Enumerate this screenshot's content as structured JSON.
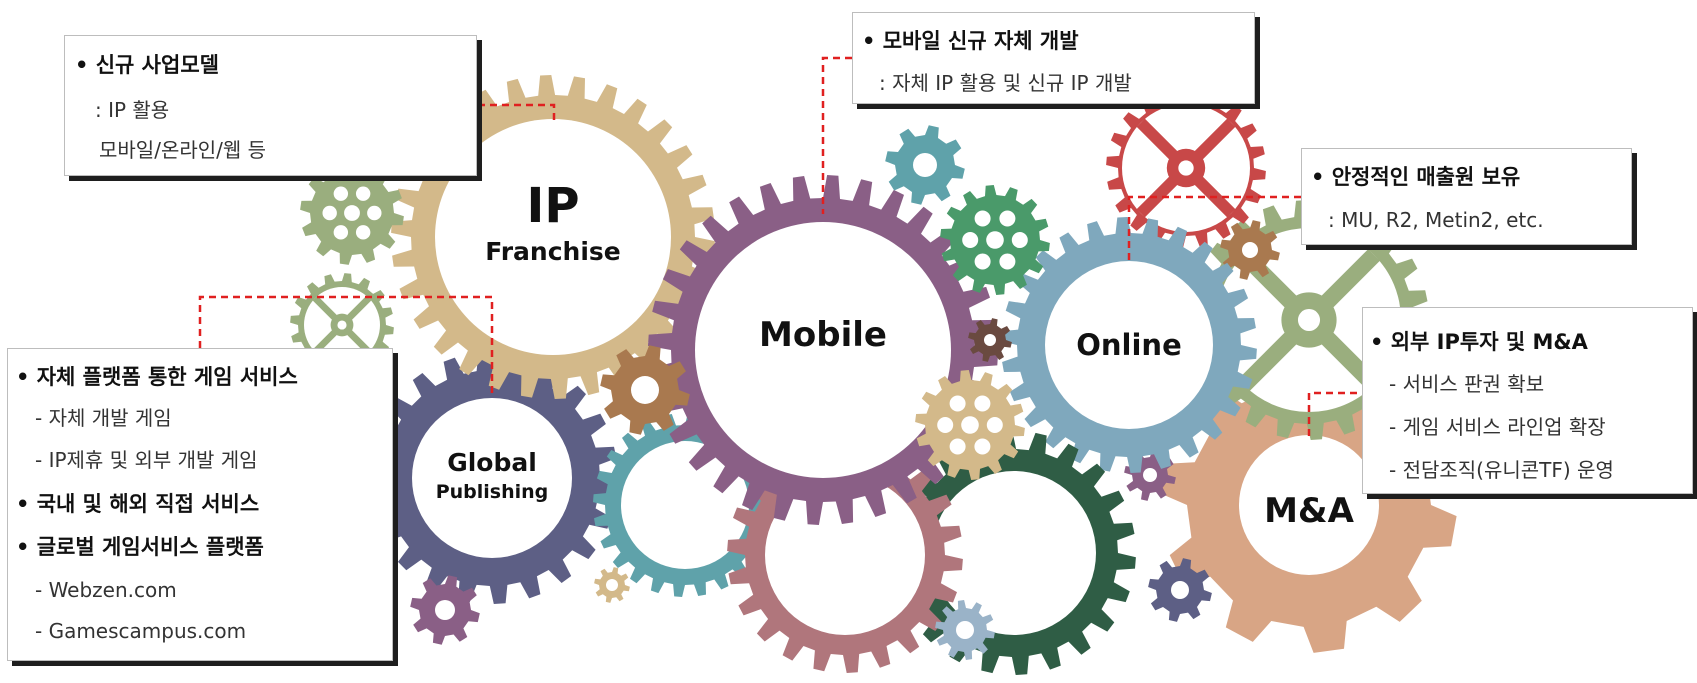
{
  "gears": {
    "ip": {
      "title": "IP",
      "subtitle": "Franchise"
    },
    "mobile": {
      "title": "Mobile"
    },
    "online": {
      "title": "Online"
    },
    "global": {
      "title": "Global",
      "subtitle": "Publishing"
    },
    "ma": {
      "title": "M&A"
    }
  },
  "boxes": {
    "ip": {
      "lines": [
        "• 신규 사업모델",
        ": IP 활용",
        "모바일/온라인/웹 등"
      ]
    },
    "mobile": {
      "lines": [
        "• 모바일 신규 자체 개발",
        ": 자체 IP 활용 및 신규 IP 개발"
      ]
    },
    "online": {
      "lines": [
        "• 안정적인 매출원 보유",
        ": MU, R2, Metin2, etc."
      ]
    },
    "global": {
      "lines": [
        "• 자체 플랫폼 통한 게임 서비스",
        "- 자체 개발 게임",
        "- IP제휴 및 외부 개발 게임",
        "• 국내 및 해외 직접 서비스",
        "• 글로벌 게임서비스 플랫폼",
        "- Webzen.com",
        "- Gamescampus.com"
      ]
    },
    "ma": {
      "lines": [
        "• 외부 IP투자 및 M&A",
        "- 서비스 판권 확보",
        "- 게임 서비스 라인업 확장",
        "- 전담조직(유니콘TF) 운영"
      ]
    }
  },
  "colors": {
    "ip": "#d3b98a",
    "mobile": "#8a5f86",
    "online": "#7fa8bd",
    "global": "#5d5f85",
    "ma": "#d8a585",
    "teal": "#5fa2aa",
    "dark_green": "#2f5d45",
    "red": "#c84848",
    "sage": "#9aae7e",
    "brown": "#a9794f",
    "pink": "#b0767c",
    "connector": "#e02020"
  }
}
